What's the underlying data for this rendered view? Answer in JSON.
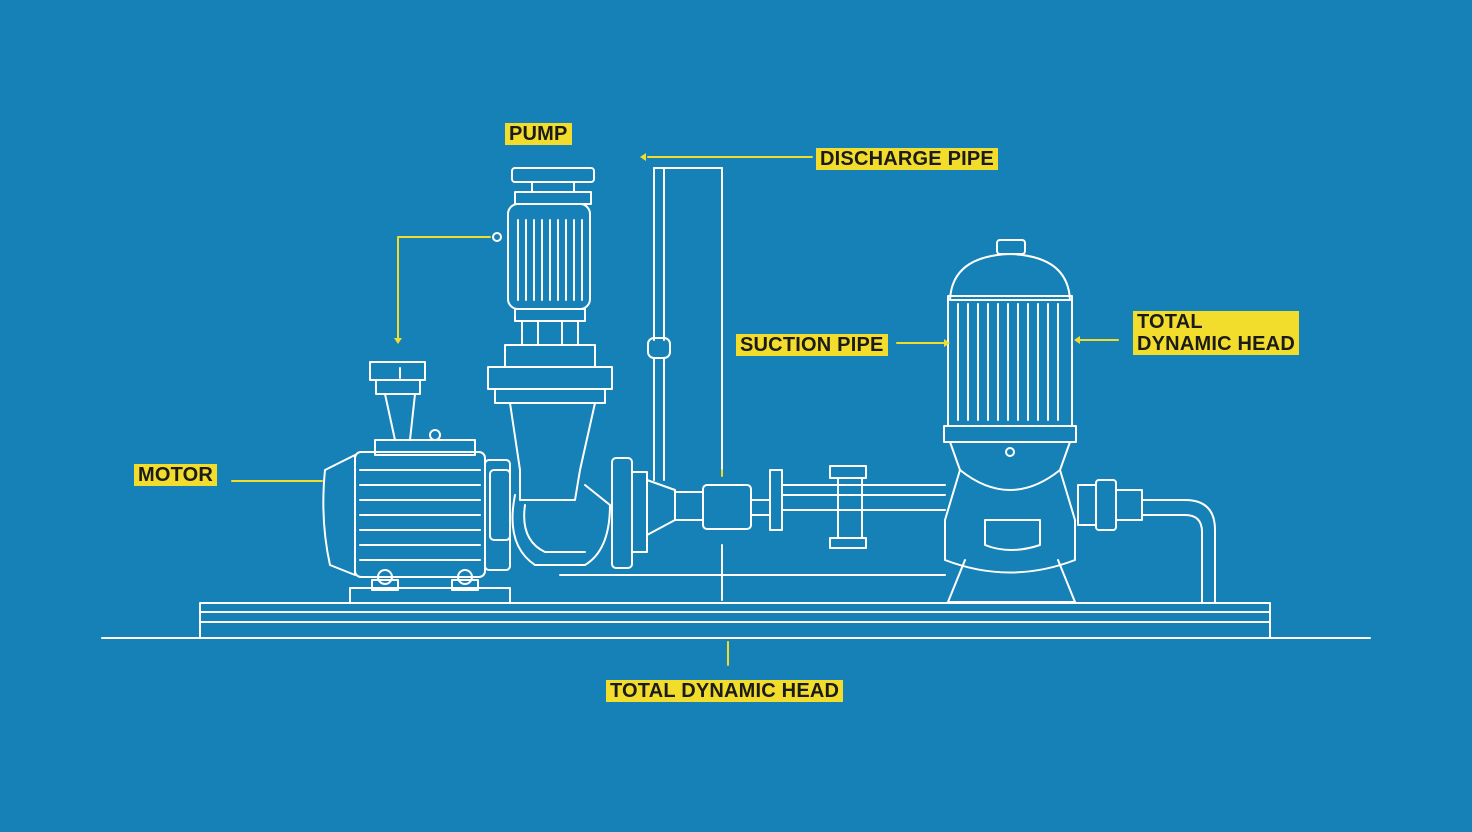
{
  "labels": {
    "pump": "PUMP",
    "discharge_pipe": "DISCHARGE PIPE",
    "suction_pipe": "SUCTION PIPE",
    "motor": "MOTOR",
    "total_dynamic_head_right": "TOTAL\nDYNAMIC HEAD",
    "total_dynamic_head_bottom": "TOTAL DYNAMIC HEAD"
  },
  "colors": {
    "background": "#1581b6",
    "line": "#ffffff",
    "label_fill": "#f2dd2c",
    "leader": "#f2dd2c"
  }
}
